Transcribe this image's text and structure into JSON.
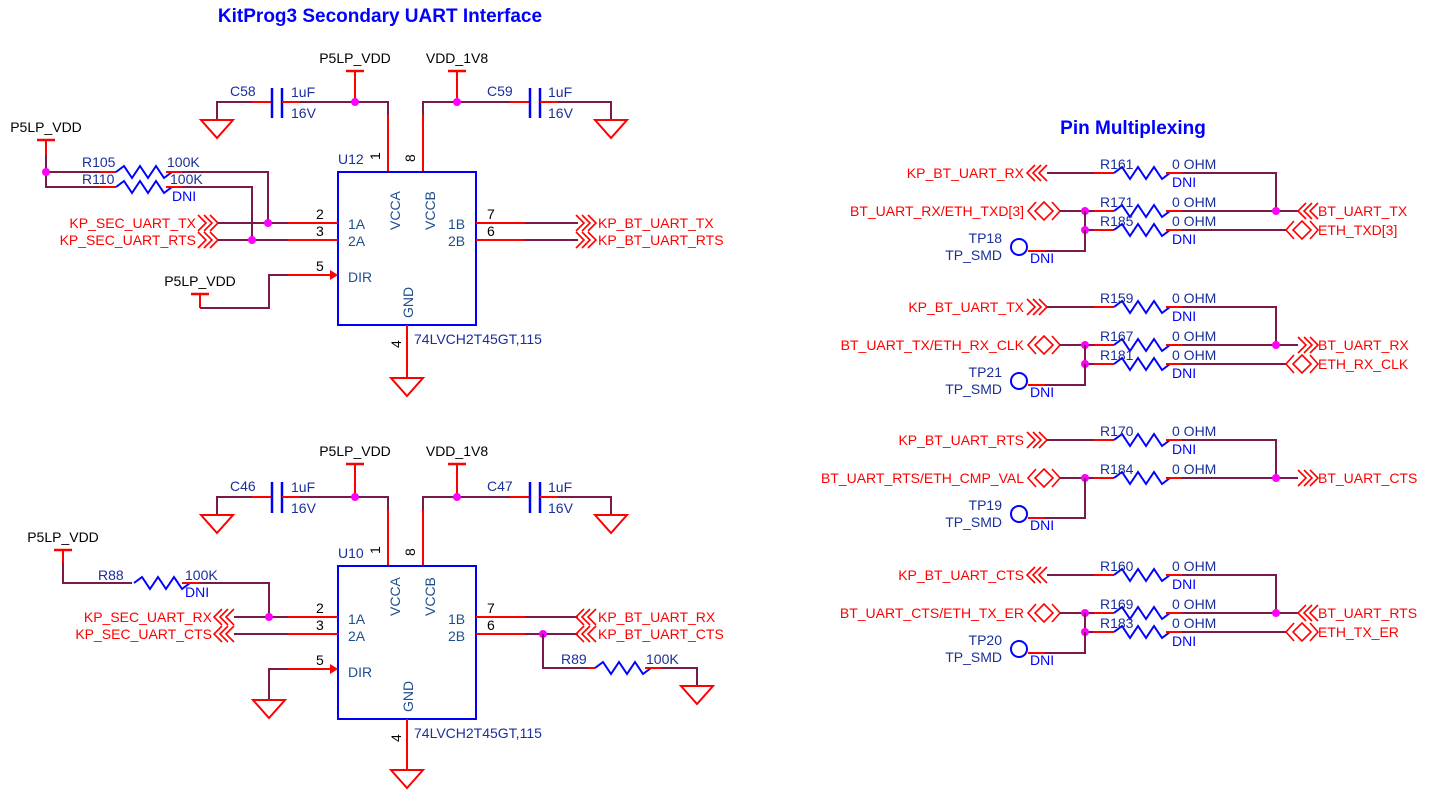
{
  "titles": {
    "left": "KitProg3 Secondary UART Interface",
    "right": "Pin Multiplexing"
  },
  "power_nets": {
    "p5lp": "P5LP_VDD",
    "vdd1v8": "VDD_1V8"
  },
  "colors": {
    "title": "#0000ff",
    "net_label": "#ff0000",
    "wire": "#7a1a48",
    "pin_stub": "#ff0000",
    "component": "#0000ff",
    "junction": "#ff00ff"
  },
  "icons": {
    "ground": "ground-symbol-icon",
    "power": "power-tee-icon",
    "resistor": "resistor-zigzag-icon",
    "capacitor": "capacitor-icon",
    "port_out": "offpage-connector-icon",
    "port_bidir": "bidirectional-port-icon",
    "test_point": "test-point-circle-icon",
    "junction": "junction-dot-icon"
  },
  "u12": {
    "ref": "U12",
    "part": "74LVCH2T45GT,115",
    "pins": {
      "vcca": "VCCA",
      "vccb": "VCCB",
      "a1": "1A",
      "a2": "2A",
      "b1": "1B",
      "b2": "2B",
      "dir": "DIR",
      "gnd": "GND",
      "n1": "1",
      "n8": "8",
      "n2": "2",
      "n3": "3",
      "n7": "7",
      "n6": "6",
      "n5": "5",
      "n4": "4"
    },
    "c_left": {
      "ref": "C58",
      "value": "1uF",
      "voltage": "16V"
    },
    "c_right": {
      "ref": "C59",
      "value": "1uF",
      "voltage": "16V"
    },
    "r_a": {
      "ref": "R105",
      "value": "100K"
    },
    "r_b": {
      "ref": "R110",
      "value": "100K",
      "note": "DNI"
    },
    "nets_left": [
      "KP_SEC_UART_TX",
      "KP_SEC_UART_RTS"
    ],
    "nets_right": [
      "KP_BT_UART_TX",
      "KP_BT_UART_RTS"
    ]
  },
  "u10": {
    "ref": "U10",
    "part": "74LVCH2T45GT,115",
    "pins": {
      "vcca": "VCCA",
      "vccb": "VCCB",
      "a1": "1A",
      "a2": "2A",
      "b1": "1B",
      "b2": "2B",
      "dir": "DIR",
      "gnd": "GND",
      "n1": "1",
      "n8": "8",
      "n2": "2",
      "n3": "3",
      "n7": "7",
      "n6": "6",
      "n5": "5",
      "n4": "4"
    },
    "c_left": {
      "ref": "C46",
      "value": "1uF",
      "voltage": "16V"
    },
    "c_right": {
      "ref": "C47",
      "value": "1uF",
      "voltage": "16V"
    },
    "r_pull": {
      "ref": "R88",
      "value": "100K",
      "note": "DNI"
    },
    "r_down": {
      "ref": "R89",
      "value": "100K"
    },
    "nets_left": [
      "KP_SEC_UART_RX",
      "KP_SEC_UART_CTS"
    ],
    "nets_right": [
      "KP_BT_UART_RX",
      "KP_BT_UART_CTS"
    ]
  },
  "mux": [
    {
      "kp_net": "KP_BT_UART_RX",
      "r_top": {
        "ref": "R161",
        "value": "0 OHM",
        "note": "DNI"
      },
      "shared_net": "BT_UART_RX/ETH_TXD[3]",
      "r_mid": {
        "ref": "R171",
        "value": "0 OHM",
        "note": ""
      },
      "r_bot": {
        "ref": "R185",
        "value": "0 OHM",
        "note": "DNI"
      },
      "out_net": "BT_UART_TX",
      "eth_net": "ETH_TXD[3]",
      "tp": {
        "ref": "TP18",
        "type": "TP_SMD",
        "note": "DNI"
      }
    },
    {
      "kp_net": "KP_BT_UART_TX",
      "r_top": {
        "ref": "R159",
        "value": "0 OHM",
        "note": "DNI"
      },
      "shared_net": "BT_UART_TX/ETH_RX_CLK",
      "r_mid": {
        "ref": "R167",
        "value": "0 OHM",
        "note": ""
      },
      "r_bot": {
        "ref": "R181",
        "value": "0 OHM",
        "note": "DNI"
      },
      "out_net": "BT_UART_RX",
      "eth_net": "ETH_RX_CLK",
      "tp": {
        "ref": "TP21",
        "type": "TP_SMD",
        "note": "DNI"
      }
    },
    {
      "kp_net": "KP_BT_UART_RTS",
      "r_top": {
        "ref": "R170",
        "value": "0 OHM",
        "note": "DNI"
      },
      "shared_net": "BT_UART_RTS/ETH_CMP_VAL",
      "r_mid": {
        "ref": "R184",
        "value": "0 OHM",
        "note": ""
      },
      "out_net": "BT_UART_CTS",
      "tp": {
        "ref": "TP19",
        "type": "TP_SMD",
        "note": "DNI"
      }
    },
    {
      "kp_net": "KP_BT_UART_CTS",
      "r_top": {
        "ref": "R160",
        "value": "0 OHM",
        "note": "DNI"
      },
      "shared_net": "BT_UART_CTS/ETH_TX_ER",
      "r_mid": {
        "ref": "R169",
        "value": "0 OHM",
        "note": ""
      },
      "r_bot": {
        "ref": "R183",
        "value": "0 OHM",
        "note": "DNI"
      },
      "out_net": "BT_UART_RTS",
      "eth_net": "ETH_TX_ER",
      "tp": {
        "ref": "TP20",
        "type": "TP_SMD",
        "note": "DNI"
      }
    }
  ]
}
